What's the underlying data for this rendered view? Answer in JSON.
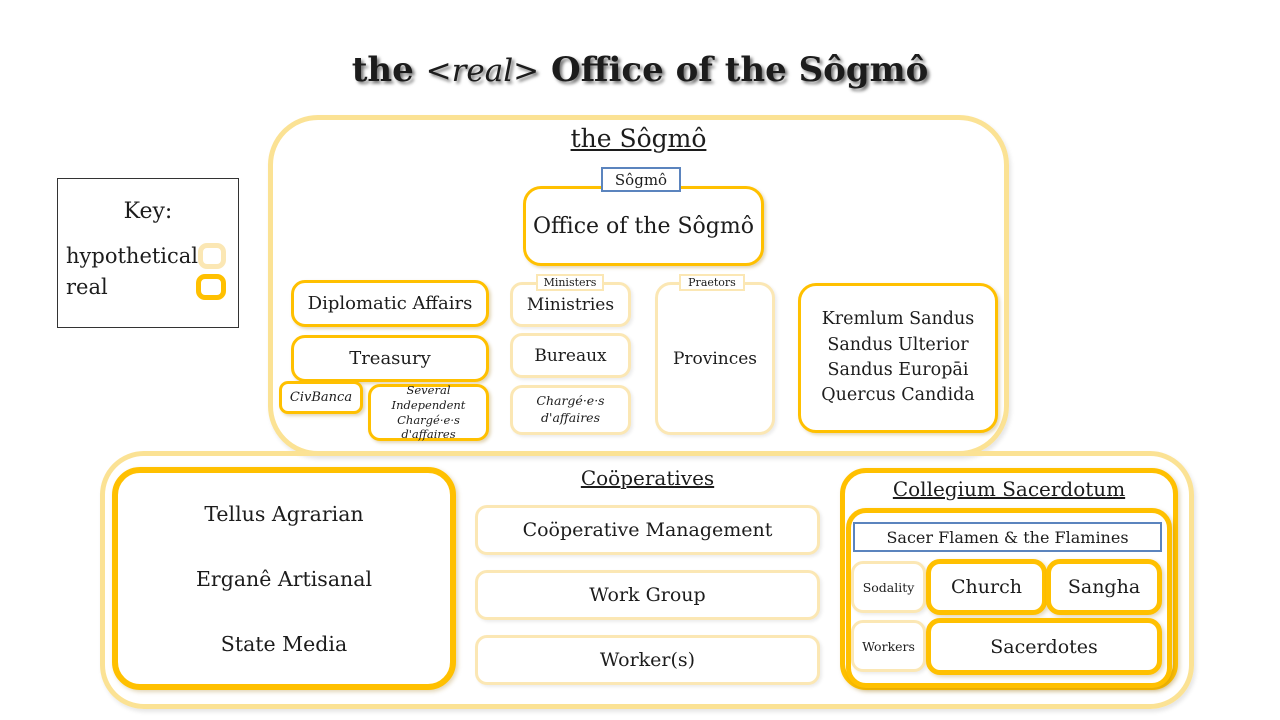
{
  "title": {
    "part1": "the",
    "part2": "<real>",
    "part3": "Office of the Sôgmô"
  },
  "key": {
    "heading": "Key:",
    "items": [
      {
        "label": "hypothetical",
        "type": "hypothetical"
      },
      {
        "label": "real",
        "type": "real"
      }
    ]
  },
  "colors": {
    "real": "#FFC000",
    "hypothetical": "#FBE7B4",
    "container": "#FBE294",
    "blue_outline": "#5B84BE"
  },
  "sogmo_section": {
    "heading": "the Sôgmô",
    "sogmo_label": "Sôgmô",
    "office": "Office of the Sôgmô",
    "diplomatic_affairs": "Diplomatic Affairs",
    "treasury": "Treasury",
    "civbanca": "CivBanca",
    "independent_charges": "Several Independent Chargé·e·s d'affaires",
    "ministers_label": "Ministers",
    "ministries": "Ministries",
    "bureaux": "Bureaux",
    "charges_daffaires": "Chargé·e·s d'affaires",
    "praetors_label": "Praetors",
    "provinces": "Provinces",
    "province_list": {
      "lines": [
        "Kremlum Sandus",
        "Sandus Ulterior",
        "Sandus Europāi",
        "Quercus Candida"
      ]
    }
  },
  "cooperatives_section": {
    "state_cooperatives": {
      "lines": [
        "Tellus Agrarian",
        "Erganê Artisanal",
        "State Media"
      ]
    },
    "heading": "Coöperatives",
    "management": "Coöperative Management",
    "work_group": "Work Group",
    "workers": "Worker(s)"
  },
  "collegium_section": {
    "heading": "Collegium Sacerdotum",
    "sacer_flamen": "Sacer Flamen & the Flamines",
    "sodality_label": "Sodality",
    "church": "Church",
    "sangha": "Sangha",
    "workers_label": "Workers",
    "sacerdotes": "Sacerdotes"
  }
}
